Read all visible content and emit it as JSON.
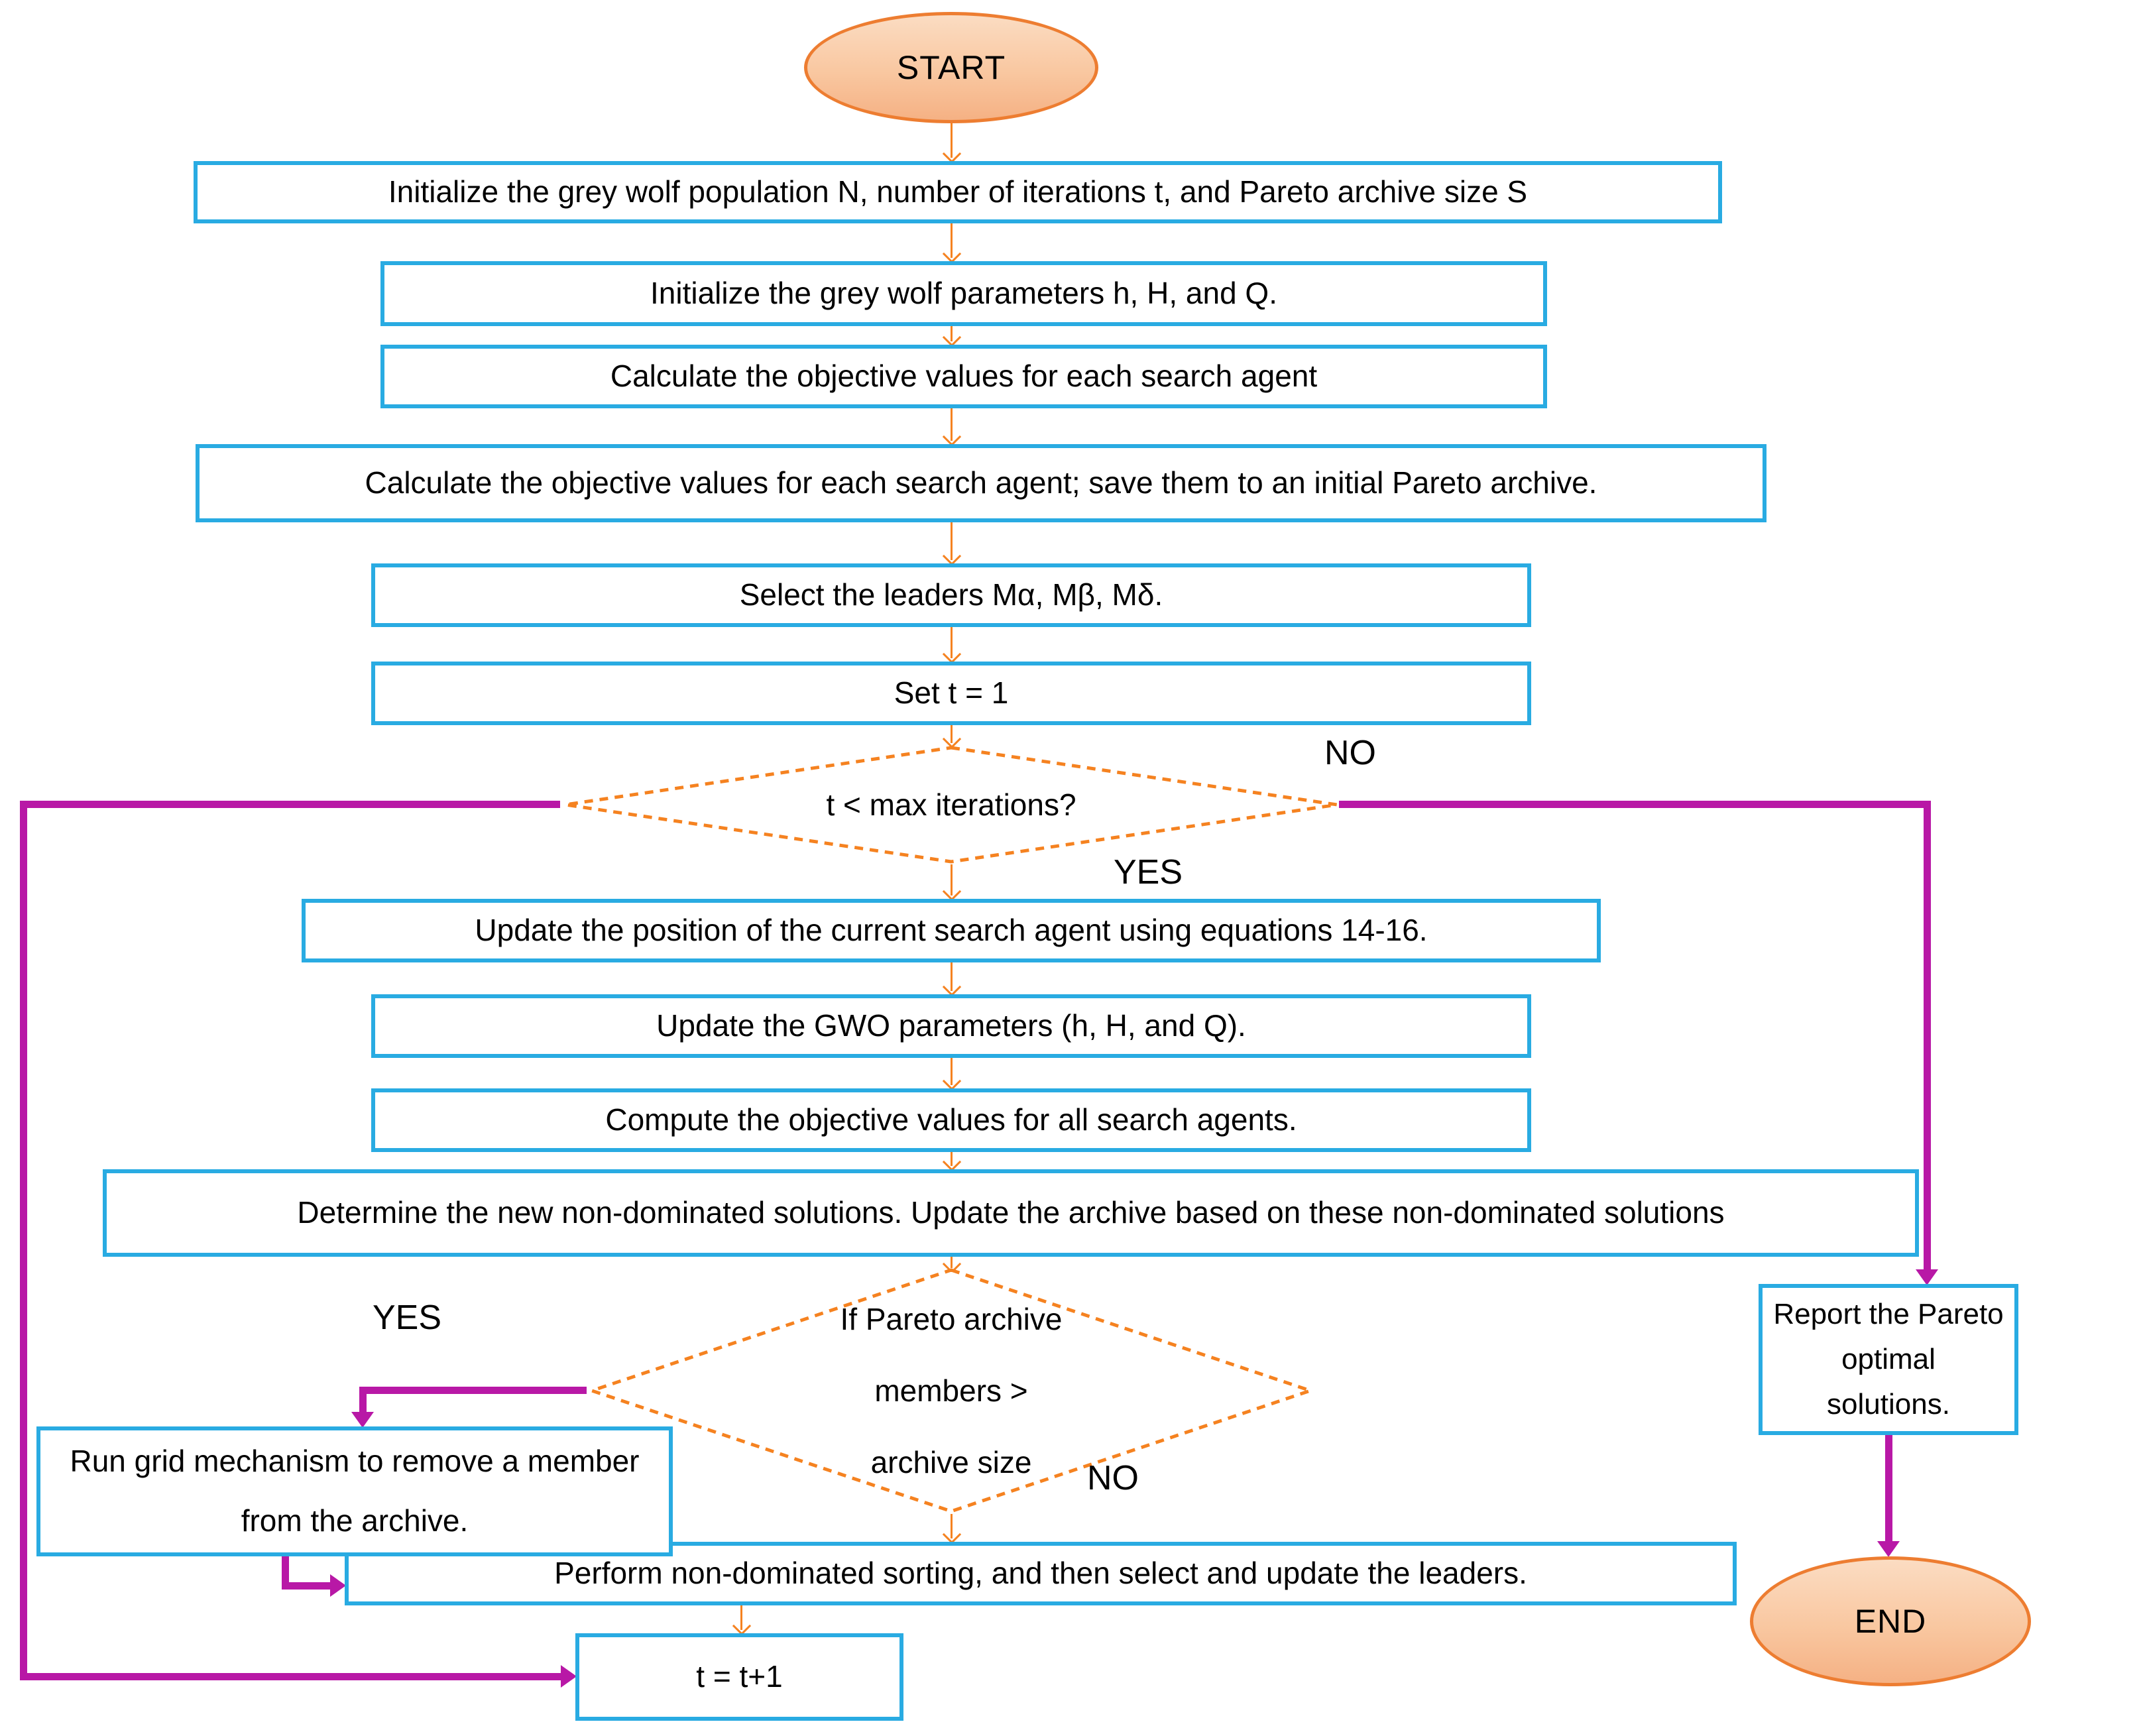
{
  "palette": {
    "box_border": "#29abe2",
    "flow_orange": "#f58220",
    "terminal_border": "#ed7d31",
    "terminal_fill": "#f9c7a0",
    "branch_magenta": "#b818a6",
    "text": "#000000"
  },
  "nodes": {
    "start": {
      "type": "terminal",
      "text": "START"
    },
    "init_population": {
      "type": "process",
      "text": "Initialize the grey wolf population N, number of iterations t, and Pareto archive size S"
    },
    "init_parameters": {
      "type": "process",
      "text": "Initialize the grey wolf parameters h, H, and Q."
    },
    "calc_objectives": {
      "type": "process",
      "text": "Calculate the objective values for each search agent"
    },
    "calc_objectives_archive": {
      "type": "process",
      "text": "Calculate the objective values for each search agent; save them to an initial Pareto archive."
    },
    "select_leaders": {
      "type": "process",
      "text": "Select the leaders Mα, Mβ, Mδ."
    },
    "set_t": {
      "type": "process",
      "text": "Set t = 1"
    },
    "iteration_check": {
      "type": "decision",
      "text": "t < max iterations?"
    },
    "update_position": {
      "type": "process",
      "text": "Update the position of the current search agent using equations 14-16."
    },
    "update_gwo_parameters": {
      "type": "process",
      "text": "Update the GWO parameters (h, H, and Q)."
    },
    "compute_objectives": {
      "type": "process",
      "text": "Compute the objective values for all search agents."
    },
    "determine_nondominated": {
      "type": "process",
      "text": "Determine the new non-dominated solutions. Update the archive based on these non-dominated solutions"
    },
    "archive_check": {
      "type": "decision",
      "lines": [
        "If Pareto archive",
        "members >",
        "archive size"
      ]
    },
    "run_grid": {
      "type": "process",
      "lines": [
        "Run grid mechanism to remove a member",
        "from the archive."
      ]
    },
    "nondominated_sorting": {
      "type": "process",
      "text": "Perform non-dominated sorting, and then select and update the leaders."
    },
    "increment_t": {
      "type": "process",
      "text": "t = t+1"
    },
    "report_pareto": {
      "type": "process",
      "lines": [
        "Report the Pareto",
        "optimal",
        "solutions."
      ]
    },
    "end": {
      "type": "terminal",
      "text": "END"
    }
  },
  "branch_labels": {
    "iteration_yes": "YES",
    "iteration_no": "NO",
    "archive_yes": "YES",
    "archive_no": "NO"
  }
}
